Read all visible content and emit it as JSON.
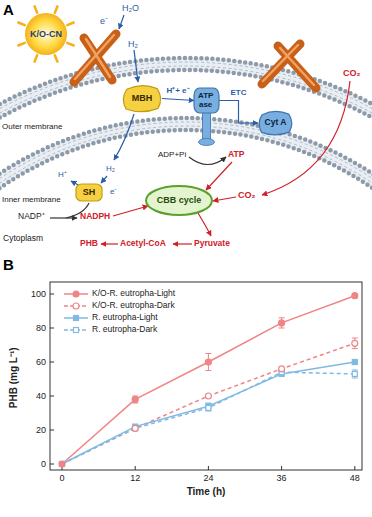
{
  "diagram": {
    "nodes": [
      {
        "text": [
          "K/O-CN"
        ]
      },
      {
        "text": [
          "MBH"
        ]
      },
      {
        "text": [
          "ATP ase"
        ]
      },
      {
        "text": [
          "Cyt A"
        ]
      },
      {
        "text": [
          "SH"
        ]
      },
      {
        "text": [
          "CBB cycle"
        ]
      }
    ],
    "edges": [
      {
        "from": 1,
        "to": 2,
        "label": "H⁺+ e⁻",
        "arrow": "to"
      },
      {
        "from": 2,
        "to": 3,
        "label": "ETC",
        "arrow": "to"
      }
    ],
    "labels": [
      "A",
      "H₂O",
      "e⁻",
      "H₂",
      "Outer membrane",
      "Inner membrane",
      "CO₂",
      "CO₂",
      "ADP+Pi",
      "ATP",
      "H⁺",
      "H₂",
      "e⁻",
      "NADP⁺",
      "NADPH",
      "Cytoplasm",
      "PHB",
      "Acetyl-CoA",
      "Pyruvate",
      "B",
      "0",
      "20",
      "40",
      "60",
      "80",
      "100",
      "0",
      "12",
      "24",
      "36",
      "48",
      "PHB (mg L⁻¹)",
      "Time (h)"
    ],
    "legend": [
      {
        "text": "K/O-R. eutropha-Light"
      },
      {
        "text": "K/O-R. eutropha-Dark"
      },
      {
        "text": "R. eutropha-Light"
      },
      {
        "text": "R. eutropha-Dark"
      }
    ]
  }
}
